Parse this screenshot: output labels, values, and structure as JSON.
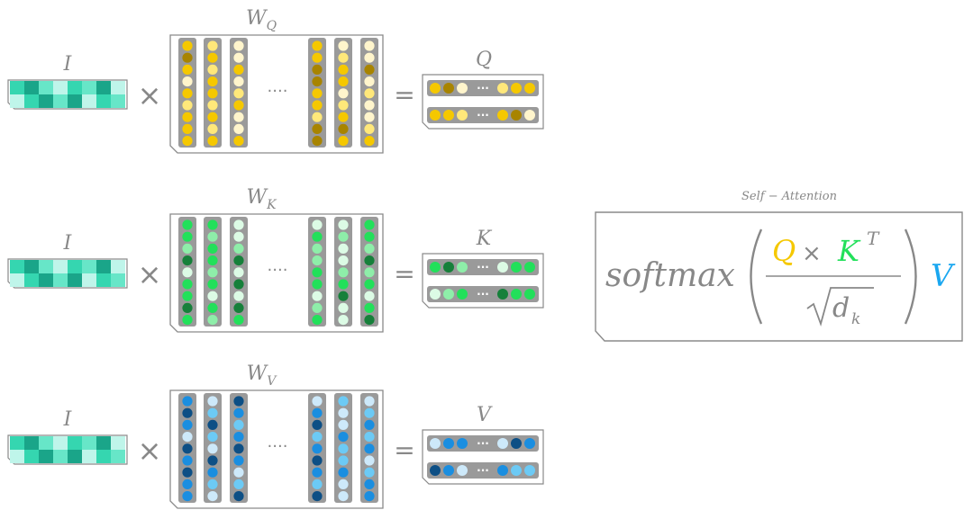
{
  "colors": {
    "box_stroke": "#8a8a8a",
    "column_fill": "#9a9a9a",
    "text_gray": "#888888",
    "q_accent": "#f5c800",
    "k_accent": "#22e05a",
    "v_accent": "#1aa7f0"
  },
  "input_tiles": [
    [
      "#35d6b0",
      "#1aa589",
      "#67e6c8",
      "#bff5ea",
      "#35d6b0",
      "#67e6c8",
      "#1aa589",
      "#bff5ea"
    ],
    [
      "#bff5ea",
      "#35d6b0",
      "#1aa589",
      "#67e6c8",
      "#1aa589",
      "#bff5ea",
      "#35d6b0",
      "#67e6c8"
    ]
  ],
  "rows": [
    {
      "id": "q",
      "input_label": "I",
      "times": "×",
      "weight_label": "W",
      "weight_sub": "Q",
      "ellipsis": "····",
      "equals": "=",
      "output_label": "Q",
      "palette": [
        "#f5c800",
        "#a88400",
        "#ffe87a",
        "#fff5cc"
      ],
      "weight_columns": [
        [
          0,
          1,
          0,
          3,
          0,
          2,
          0,
          0,
          0
        ],
        [
          2,
          0,
          2,
          0,
          0,
          2,
          0,
          2,
          0
        ],
        [
          3,
          3,
          0,
          3,
          2,
          0,
          3,
          3,
          0
        ],
        [
          0,
          0,
          1,
          1,
          0,
          0,
          2,
          1,
          1
        ],
        [
          3,
          2,
          0,
          0,
          3,
          2,
          0,
          1,
          0
        ],
        [
          3,
          3,
          1,
          3,
          2,
          3,
          3,
          2,
          0
        ]
      ],
      "output_vectors": [
        [
          0,
          1,
          3,
          2,
          0,
          0
        ],
        [
          0,
          0,
          2,
          0,
          1,
          3
        ]
      ]
    },
    {
      "id": "k",
      "input_label": "I",
      "times": "×",
      "weight_label": "W",
      "weight_sub": "K",
      "ellipsis": "····",
      "equals": "=",
      "output_label": "K",
      "palette": [
        "#22e05a",
        "#16803a",
        "#8eeea9",
        "#dcfbe5"
      ],
      "weight_columns": [
        [
          0,
          0,
          2,
          1,
          3,
          0,
          0,
          1,
          0
        ],
        [
          0,
          2,
          0,
          0,
          2,
          0,
          3,
          0,
          2
        ],
        [
          3,
          3,
          2,
          1,
          3,
          1,
          3,
          1,
          0
        ],
        [
          3,
          0,
          2,
          2,
          0,
          0,
          3,
          2,
          0
        ],
        [
          3,
          2,
          3,
          3,
          2,
          0,
          1,
          3,
          3
        ],
        [
          0,
          0,
          2,
          1,
          2,
          0,
          3,
          0,
          1
        ]
      ],
      "output_vectors": [
        [
          0,
          1,
          2,
          3,
          0,
          0
        ],
        [
          3,
          2,
          0,
          1,
          0,
          0
        ]
      ]
    },
    {
      "id": "v",
      "input_label": "I",
      "times": "×",
      "weight_label": "W",
      "weight_sub": "V",
      "ellipsis": "····",
      "equals": "=",
      "output_label": "V",
      "palette": [
        "#1a8ee0",
        "#0d4f85",
        "#6ccaf5",
        "#cde9fa"
      ],
      "weight_columns": [
        [
          0,
          1,
          0,
          3,
          1,
          0,
          1,
          0,
          0
        ],
        [
          3,
          2,
          1,
          2,
          3,
          1,
          0,
          2,
          3
        ],
        [
          1,
          0,
          2,
          0,
          1,
          0,
          3,
          2,
          1
        ],
        [
          3,
          0,
          1,
          2,
          0,
          1,
          0,
          2,
          1
        ],
        [
          2,
          3,
          3,
          0,
          2,
          2,
          0,
          3,
          3
        ],
        [
          3,
          2,
          0,
          2,
          0,
          3,
          2,
          0,
          0
        ]
      ],
      "output_vectors": [
        [
          3,
          0,
          0,
          3,
          1,
          0
        ],
        [
          1,
          0,
          3,
          0,
          2,
          2
        ]
      ]
    }
  ],
  "formula": {
    "caption": "Self − Attention",
    "func": "softmax",
    "num_q": "Q",
    "num_times": "×",
    "num_k": "K",
    "num_sup": "T",
    "den_d": "d",
    "den_sub": "k",
    "value": "V"
  }
}
